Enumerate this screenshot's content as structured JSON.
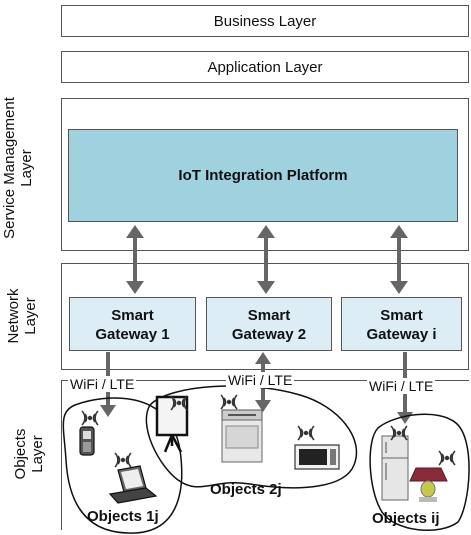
{
  "layers": {
    "business": "Business Layer",
    "application": "Application Layer",
    "service_side": [
      "Service Management",
      "Layer"
    ],
    "network_side": [
      "Network",
      "Layer"
    ],
    "objects_side": [
      "Objects",
      "Layer"
    ]
  },
  "platform": {
    "label": "IoT Integration Platform",
    "color": "#9fd2de"
  },
  "gateways": [
    {
      "line1": "Smart",
      "line2": "Gateway 1"
    },
    {
      "line1": "Smart",
      "line2": "Gateway 2"
    },
    {
      "line1": "Smart",
      "line2": "Gateway i"
    }
  ],
  "links": [
    "WiFi / LTE",
    "WiFi / LTE",
    "WiFi / LTE"
  ],
  "object_groups": [
    "Objects 1j",
    "Objects 2j",
    "Objects ij"
  ],
  "colors": {
    "gateway_fill": "#dcedf5",
    "arrow": "#666666",
    "border": "#555555"
  },
  "icons": [
    "phone-icon",
    "laptop-icon",
    "whiteboard-icon",
    "stove-icon",
    "microwave-icon",
    "fridge-icon",
    "lamp-icon",
    "wireless-signal-icon"
  ]
}
